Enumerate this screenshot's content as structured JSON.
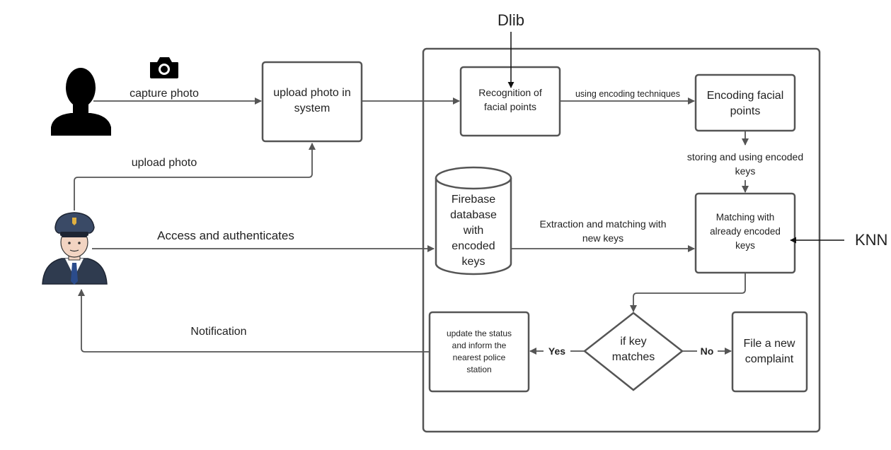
{
  "labels": {
    "dlib": "Dlib",
    "knn": "KNN",
    "capture_photo": "capture photo",
    "upload_photo": "upload photo",
    "access_authenticates": "Access and authenticates",
    "notification": "Notification",
    "upload_box_line1": "upload photo in",
    "upload_box_line2": "system",
    "recognition_line1": "Recognition of",
    "recognition_line2": "facial points",
    "using_encoding": "using encoding techniques",
    "encoding_line1": "Encoding facial",
    "encoding_line2": "points",
    "storing_line1": "storing and using encoded",
    "storing_line2": "keys",
    "db_line1": "Firebase",
    "db_line2": "database",
    "db_line3": "with",
    "db_line4": "encoded",
    "db_line5": "keys",
    "extraction_line1": "Extraction and matching with",
    "extraction_line2": "new keys",
    "matching_line1": "Matching with",
    "matching_line2": "already encoded",
    "matching_line3": "keys",
    "if_key_line1": "if key",
    "if_key_line2": "matches",
    "yes": "Yes",
    "no": "No",
    "update_line1": "update the status",
    "update_line2": "and inform the",
    "update_line3": "nearest police",
    "update_line4": "station",
    "file_line1": "File a new",
    "file_line2": "complaint"
  },
  "icons": {
    "person": "person-silhouette-icon",
    "camera": "camera-icon",
    "police": "police-officer-icon"
  },
  "colors": {
    "line": "#555555",
    "police_uniform": "#2f3b4f",
    "skin": "#f2d4c2"
  }
}
